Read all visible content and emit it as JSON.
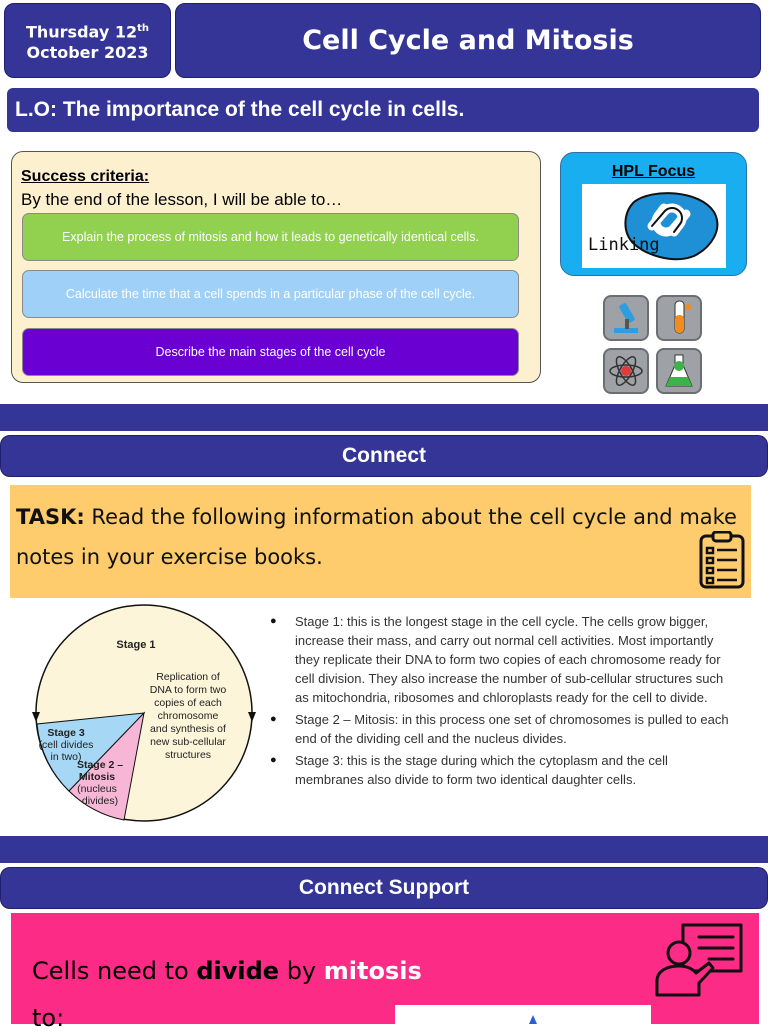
{
  "header": {
    "date_day": "Thursday 12",
    "date_sup": "th",
    "date_rest": "October 2023",
    "title": "Cell Cycle and Mitosis"
  },
  "lo": "L.O: The importance of the cell cycle in cells.",
  "success": {
    "heading": "Success criteria:",
    "intro": "By the end of the lesson, I will be able to…",
    "criteria": [
      {
        "text": "Explain the process of mitosis and how it leads to genetically identical cells.",
        "color": "#92d050"
      },
      {
        "text": "Calculate the time that a cell spends in a particular phase of the cell cycle.",
        "color": "#9fd0f7"
      },
      {
        "text": "Describe the main stages of the cell cycle",
        "color": "#6a00d2"
      }
    ]
  },
  "hpl": {
    "title": "HPL Focus",
    "image_label": "Linking",
    "icon": "chain-link-icon"
  },
  "science_icons": [
    "microscope-icon",
    "test-tube-icon",
    "atom-icon",
    "flask-icon"
  ],
  "connect": {
    "heading": "Connect",
    "task_label": "TASK:",
    "task_text": " Read the following information about the cell cycle and make notes in your exercise books.",
    "task_icon": "checklist-icon"
  },
  "cycle_diagram": {
    "stage1_title": "Stage 1",
    "stage1_desc": [
      "Replication of",
      "DNA to form two",
      "copies of each",
      "chromosome",
      "and synthesis of",
      "new sub-cellular",
      "structures"
    ],
    "stage3_title": "Stage 3",
    "stage3_desc": [
      "(cell divides",
      "in two)"
    ],
    "stage2_title": [
      "Stage 2 –",
      "Mitosis"
    ],
    "stage2_desc": [
      "(nucleus",
      "divides)"
    ],
    "colors": {
      "stage1": "#fdf5d9",
      "stage2": "#f7b6d6",
      "stage3": "#a6d8f5"
    }
  },
  "bullets": [
    "Stage 1: this is the longest stage in the cell cycle. The cells grow bigger, increase their mass, and carry out normal cell activities. Most importantly they replicate their DNA to form two copies of each chromosome ready for cell division. They also increase the number of sub-cellular structures such as mitochondria, ribosomes and chloroplasts ready for the cell to divide.",
    "Stage 2 – Mitosis: in this process one set of chromosomes is pulled to each end of the dividing cell and the nucleus divides.",
    "Stage 3: this is the stage during which the cytoplasm and the cell membranes also divide to form two identical daughter cells."
  ],
  "support": {
    "heading": "Connect Support",
    "pre": "Cells need to ",
    "divide": "divide",
    "mid": " by ",
    "mitosis": "mitosis",
    "line2": "to:",
    "icon": "teacher-board-icon"
  }
}
